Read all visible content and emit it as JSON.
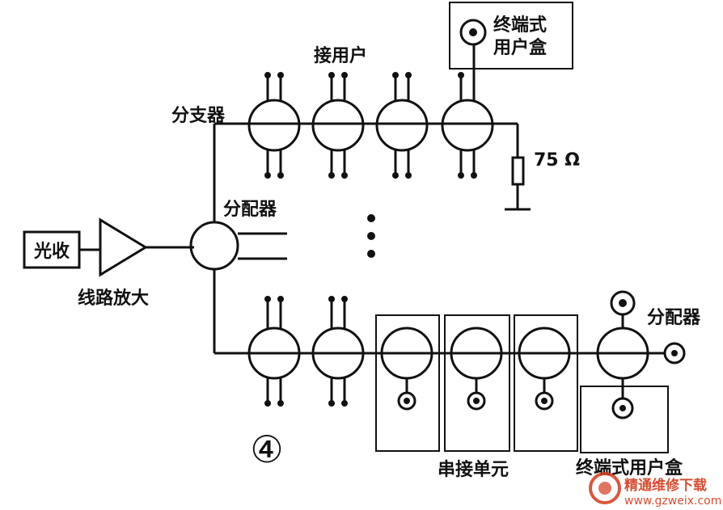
{
  "labels": {
    "receiver": "光收",
    "line_amp": "线路放大",
    "splitter_mid": "分配器",
    "tap": "分支器",
    "subscriber": "接用户",
    "terminal_box_top": "终端式",
    "terminal_box_top_2": "用户盒",
    "terminator": "75 Ω",
    "figure_no": "④",
    "series_units": "串接单元",
    "splitter_right": "分配器",
    "terminal_box_bottom": "终端式用户盒"
  },
  "watermark": {
    "site_name": "精通维修下载",
    "url": "www.gzweix.com"
  },
  "colors": {
    "ink": "#111111",
    "watermark": "#d23a1c"
  }
}
